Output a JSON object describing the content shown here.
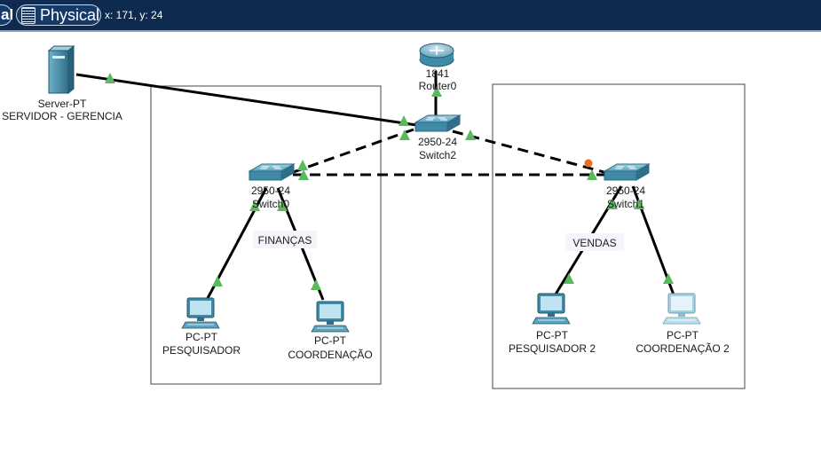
{
  "toolbar": {
    "left_pill_label": "al",
    "mode_label": "Physical",
    "cursor_coords": "x: 171, y: 24"
  },
  "devices": {
    "server": {
      "model": "Server-PT",
      "name": "SERVIDOR - GERENCIA"
    },
    "router": {
      "model": "1841",
      "name": "Router0"
    },
    "switch2": {
      "model": "2950-24",
      "name": "Switch2"
    },
    "switch0": {
      "model": "2950-24",
      "name": "Switch0"
    },
    "switch1": {
      "model": "2950-24",
      "name": "Switch1"
    },
    "pc_pesquisador": {
      "model": "PC-PT",
      "name": "PESQUISADOR"
    },
    "pc_coordenacao": {
      "model": "PC-PT",
      "name": "COORDENAÇÃO"
    },
    "pc_pesquisador2": {
      "model": "PC-PT",
      "name": "PESQUISADOR 2"
    },
    "pc_coordenacao2": {
      "model": "PC-PT",
      "name": "COORDENAÇÃO 2"
    }
  },
  "areas": {
    "financas": "FINANÇAS",
    "vendas": "VENDAS"
  },
  "colors": {
    "topbar": "#0f2a4f",
    "link_up": "#5cb85c",
    "link_down": "#ee6b1f",
    "device_blue": "#3f8aa6"
  }
}
